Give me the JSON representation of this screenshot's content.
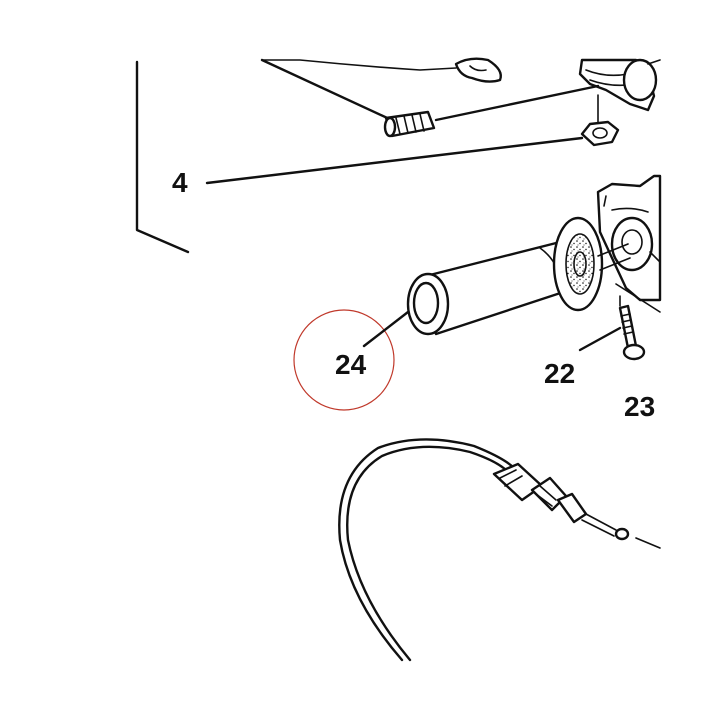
{
  "diagram": {
    "callouts": {
      "c4": "4",
      "c22": "22",
      "c23": "23",
      "c24": "24"
    },
    "highlight_color": "#c0392b",
    "line_color": "#111111"
  }
}
